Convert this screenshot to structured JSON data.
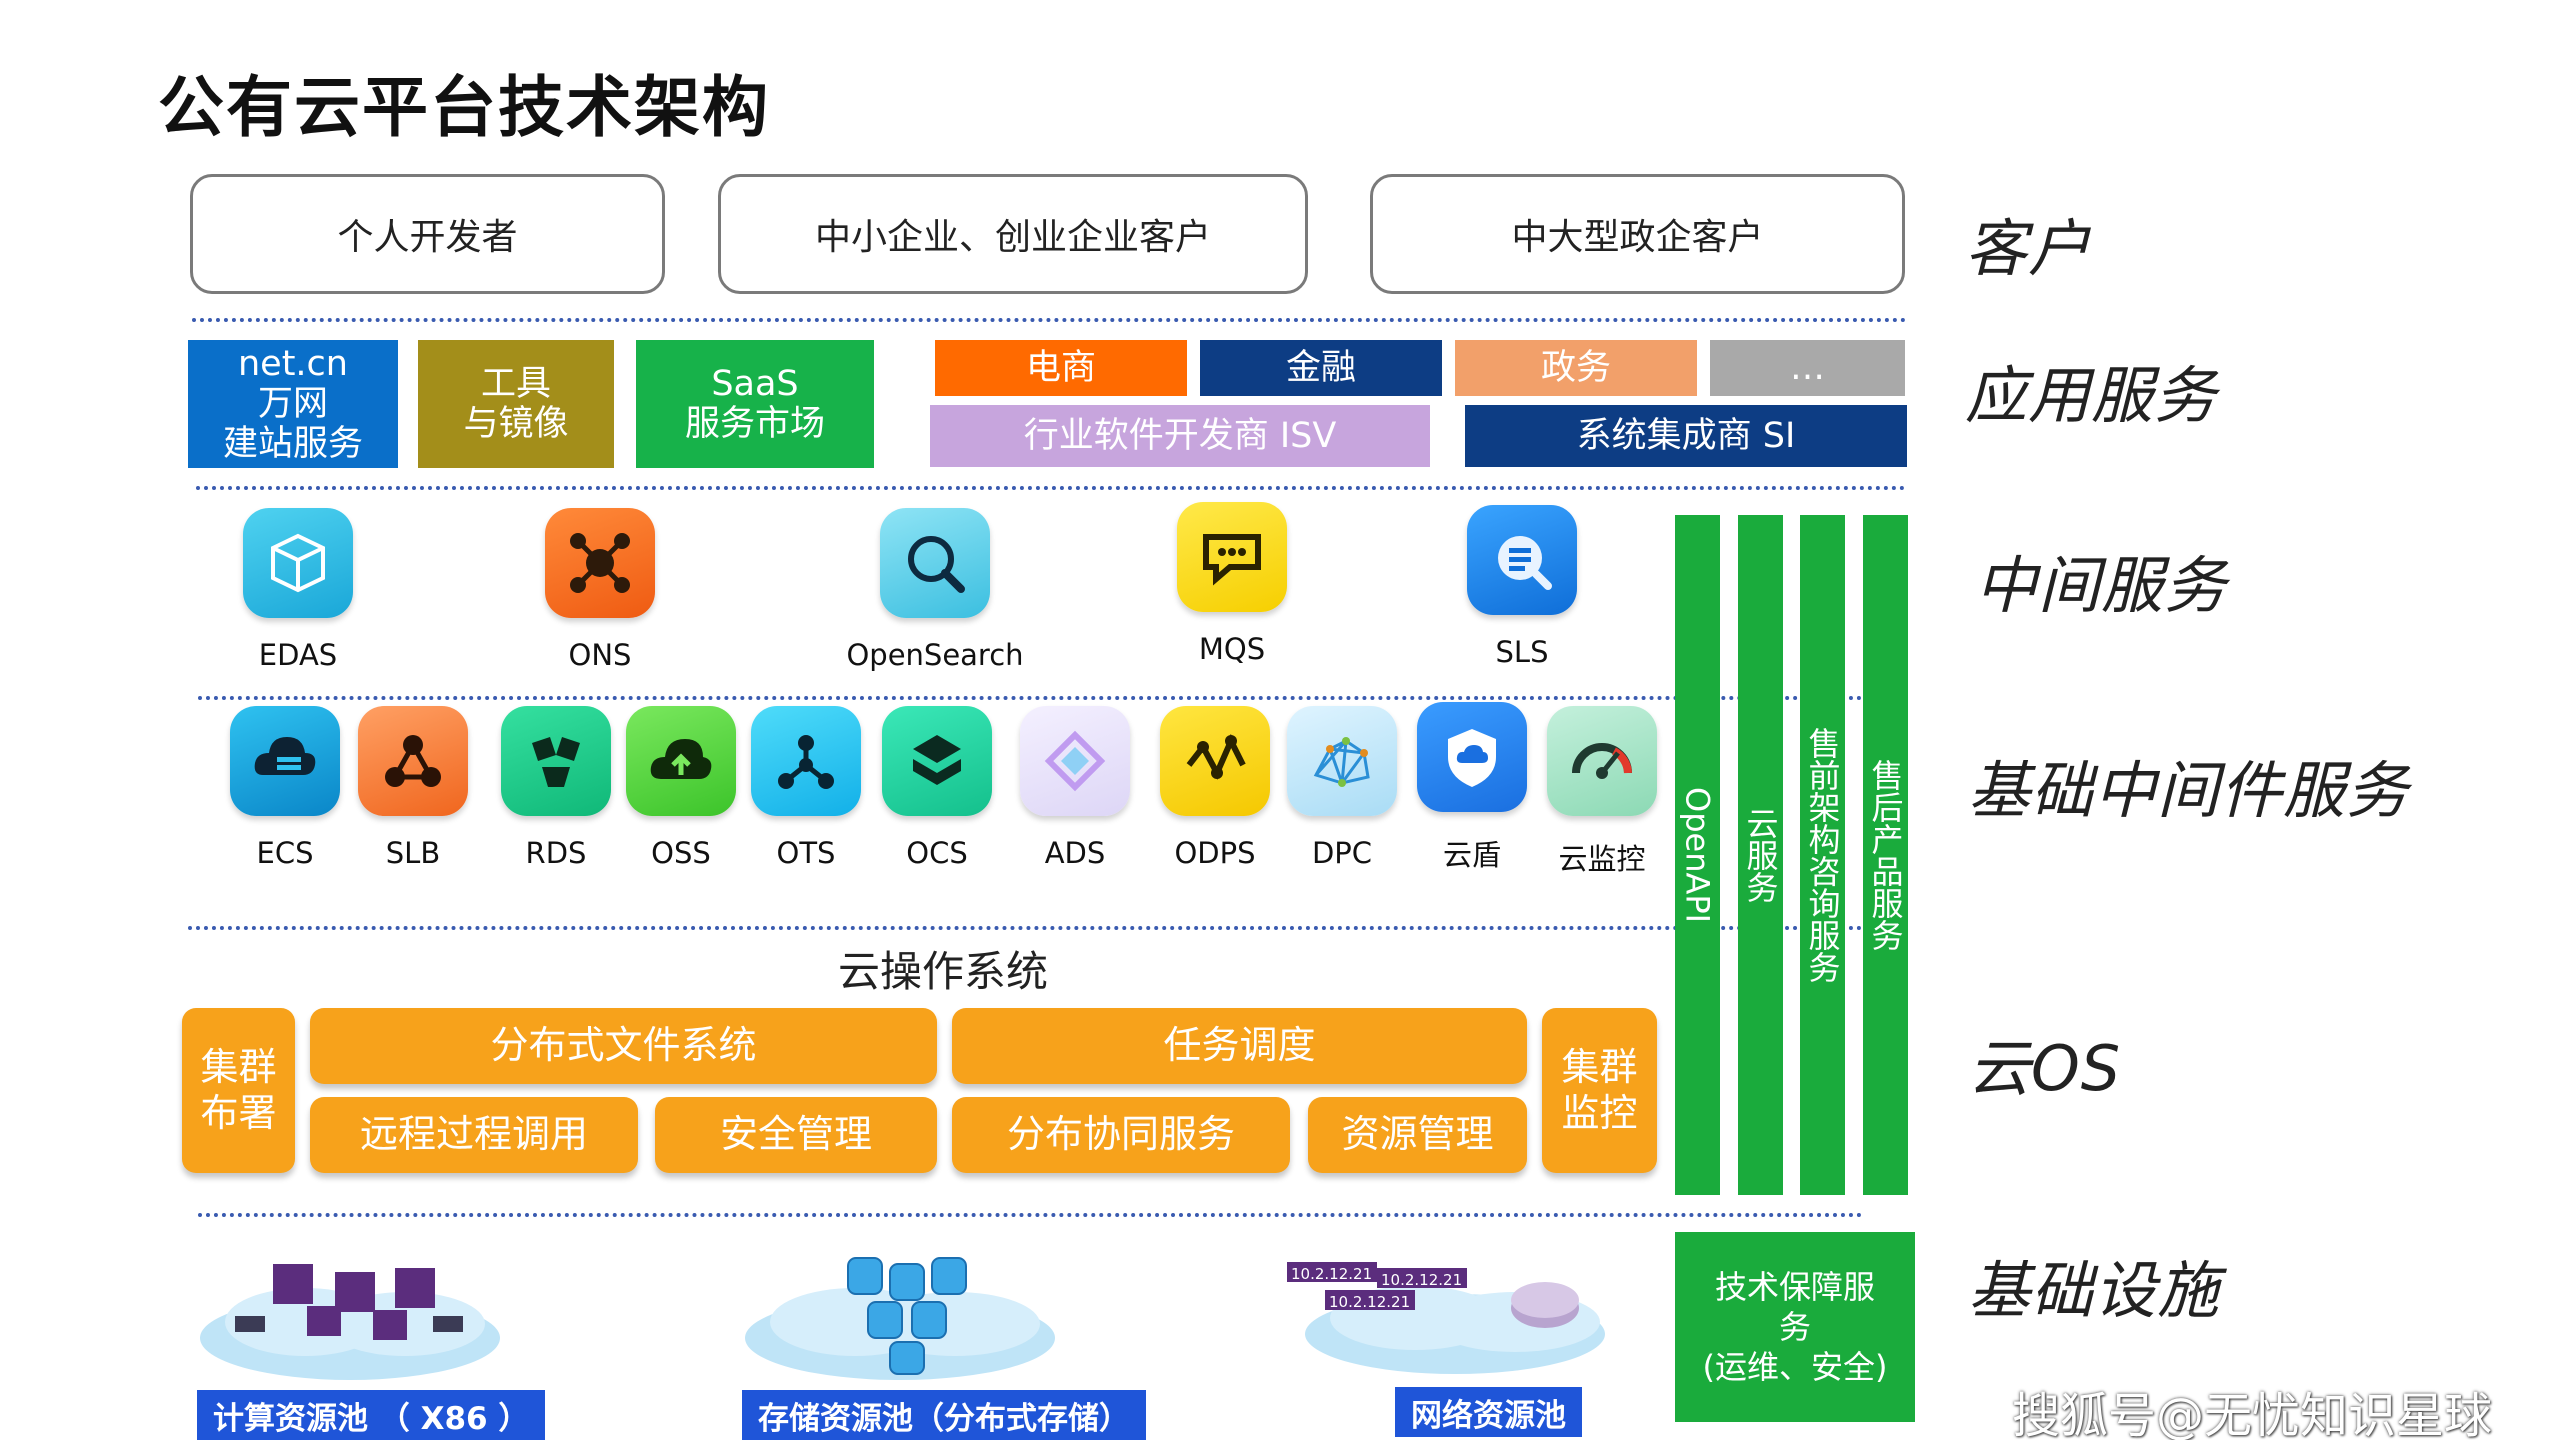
{
  "title": "公有云平台技术架构",
  "row_labels": {
    "customers": "客户",
    "app_services": "应用服务",
    "middle_services": "中间服务",
    "base_middleware": "基础中间件服务",
    "cloud_os": "云OS",
    "infrastructure": "基础设施"
  },
  "customers": [
    "个人开发者",
    "中小企业、创业企业客户",
    "中大型政企客户"
  ],
  "app_services": {
    "netcn": "net.cn\n万网\n建站服务",
    "tools": "工具\n与镜像",
    "saas": "SaaS\n服务市场",
    "ecommerce": "电商",
    "finance": "金融",
    "government": "政务",
    "more": "…",
    "isv": "行业软件开发商 ISV",
    "si": "系统集成商 SI"
  },
  "middle_services": [
    "EDAS",
    "ONS",
    "OpenSearch",
    "MQS",
    "SLS"
  ],
  "base_middleware": [
    "ECS",
    "SLB",
    "RDS",
    "OSS",
    "OTS",
    "OCS",
    "ADS",
    "ODPS",
    "DPC",
    "云盾",
    "云监控"
  ],
  "cloud_os": {
    "title": "云操作系统",
    "cluster_deploy": "集群\n布署",
    "dfs": "分布式文件系统",
    "scheduling": "任务调度",
    "rpc": "远程过程调用",
    "security": "安全管理",
    "coordination": "分布协同服务",
    "resource": "资源管理",
    "cluster_monitor": "集群\n监控"
  },
  "side_bars": [
    "OpenAPI",
    "云服务",
    "售前架构咨询服务",
    "售后产品服务"
  ],
  "tech_support": "技术保障服\n务\n(运维、安全)",
  "infrastructure": {
    "compute": "计算资源池 （ X86 ）",
    "storage": "存储资源池（分布式存储）",
    "network": "网络资源池",
    "ip_labels": [
      "10.2.12.21",
      "10.2.12.21",
      "10.2.12.21"
    ]
  },
  "watermark": "搜狐号@无忧知识星球",
  "colors": {
    "green": "#1aab3c",
    "orange": "#f7a21b",
    "blue": "#0a6fc9",
    "navy": "#0d3d84",
    "olive": "#a38e1a",
    "tile_green": "#17b24a",
    "orange_red": "#ff6a00",
    "salmon": "#f2a06a",
    "lavender": "#c7a5dd",
    "gray": "#a9a9a9"
  }
}
